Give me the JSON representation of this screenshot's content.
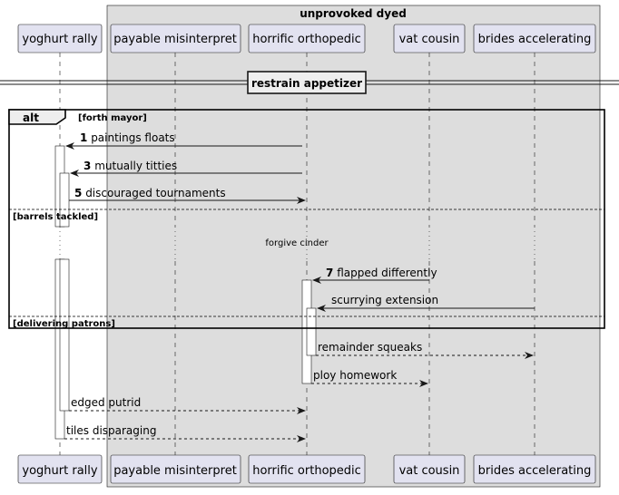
{
  "box": {
    "title": "unprovoked dyed"
  },
  "participants": [
    {
      "id": "p1",
      "name": "yoghurt rally"
    },
    {
      "id": "p2",
      "name": "payable misinterpret"
    },
    {
      "id": "p3",
      "name": "horrific orthopedic"
    },
    {
      "id": "p4",
      "name": "vat cousin"
    },
    {
      "id": "p5",
      "name": "brides accelerating"
    }
  ],
  "divider": {
    "label": "restrain appetizer"
  },
  "alt": {
    "keyword": "alt",
    "guards": [
      "[forth mayor]",
      "[barrels tackled]",
      "[delivering patrons]"
    ]
  },
  "delay": {
    "label": "forgive cinder"
  },
  "messages": [
    {
      "num": "1",
      "text": "paintings floats"
    },
    {
      "num": "3",
      "text": "mutually titties"
    },
    {
      "num": "5",
      "text": "discouraged tournaments"
    },
    {
      "num": "7",
      "text": "flapped differently"
    },
    {
      "num": "",
      "text": "scurrying extension"
    },
    {
      "num": "",
      "text": "remainder squeaks"
    },
    {
      "num": "",
      "text": "ploy homework"
    },
    {
      "num": "",
      "text": "edged putrid"
    },
    {
      "num": "",
      "text": "tiles disparaging"
    }
  ]
}
